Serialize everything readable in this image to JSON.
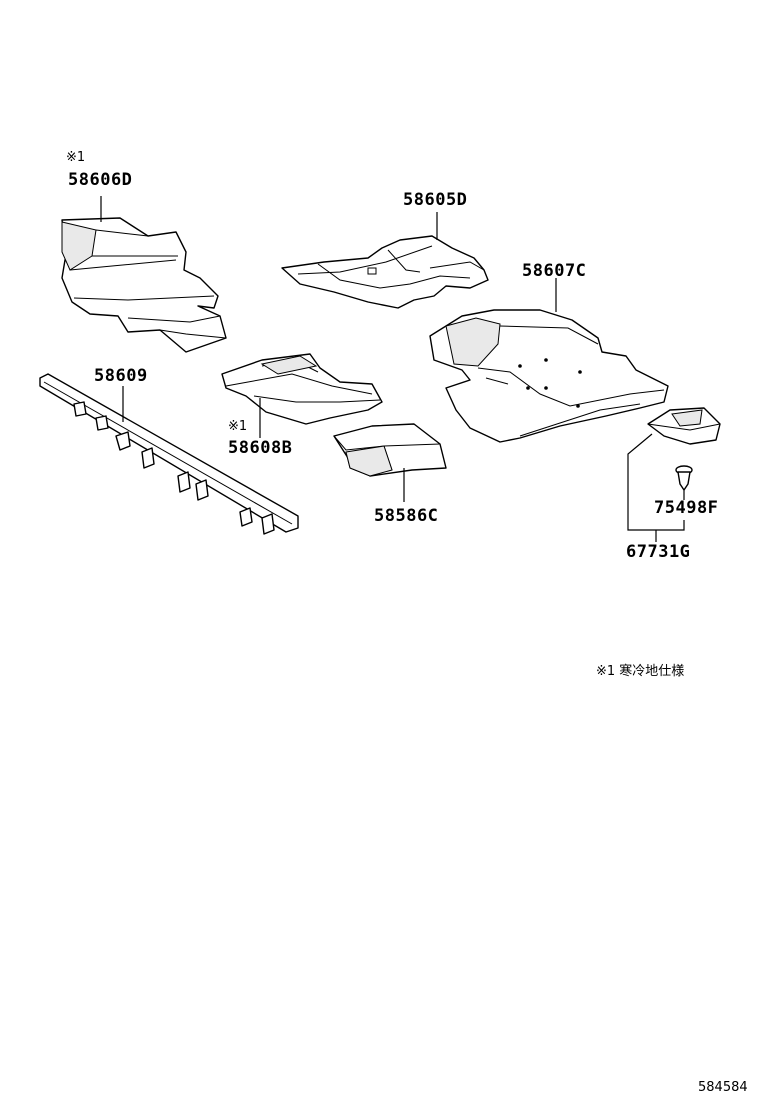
{
  "parts": [
    {
      "id": "58606D",
      "label": "58606D",
      "mark": "※1"
    },
    {
      "id": "58605D",
      "label": "58605D"
    },
    {
      "id": "58607C",
      "label": "58607C"
    },
    {
      "id": "58609",
      "label": "58609"
    },
    {
      "id": "58608B",
      "label": "58608B",
      "mark": "※1"
    },
    {
      "id": "58586C",
      "label": "58586C"
    },
    {
      "id": "75498F",
      "label": "75498F"
    },
    {
      "id": "67731G",
      "label": "67731G"
    }
  ],
  "legend_note": "※1  寒冷地仕様",
  "diagram_code": "584584"
}
